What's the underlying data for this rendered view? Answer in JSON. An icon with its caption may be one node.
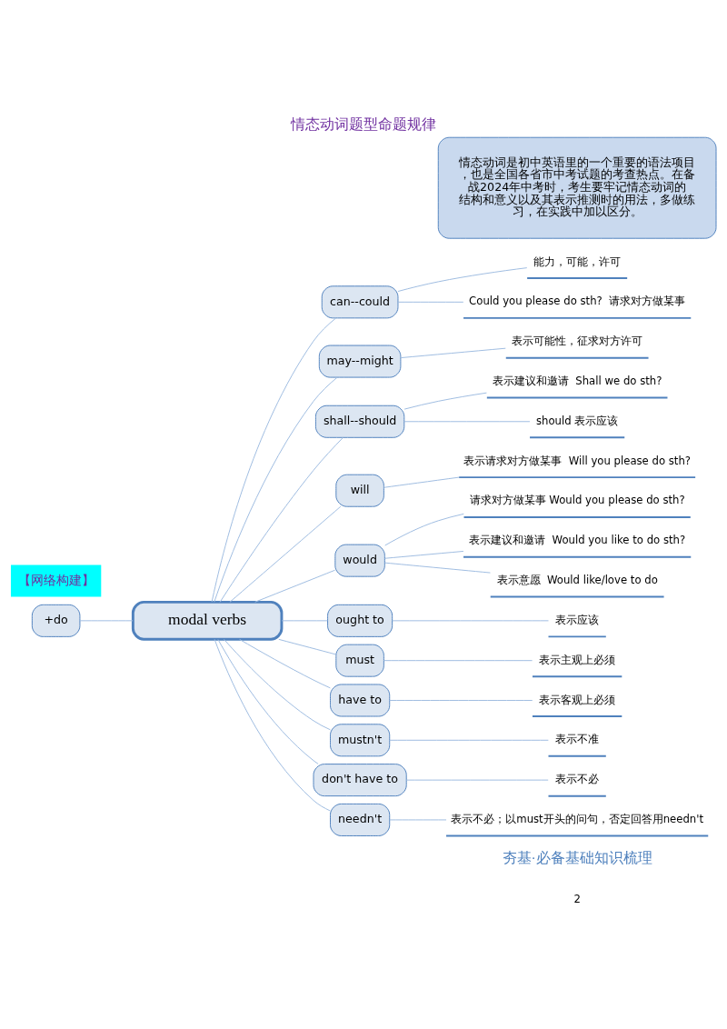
{
  "diagram": {
    "title": "情态动词题型命题规律",
    "nodes": [
      {
        "text": [
          "情态动词是初中英语里的一个重要的语法项目，也是全国各省市中考试题的考查热点。在备战2024年中考时，考生要牢记情态动词的结构和意义以及其表示推测时的用法，多做练习，在实践中加以区分。"
        ]
      },
      {
        "text": [
          "modal verbs"
        ]
      },
      {
        "text": [
          "+do"
        ]
      },
      {
        "text": [
          "can--could"
        ]
      },
      {
        "text": [
          "能力，可能，许可"
        ]
      },
      {
        "text": [
          "Could you please do sth?  请求对方做某事"
        ]
      },
      {
        "text": [
          "may--might"
        ]
      },
      {
        "text": [
          "表示可能性，征求对方许可"
        ]
      },
      {
        "text": [
          "shall--should"
        ]
      },
      {
        "text": [
          "表示建议和邀请  Shall we do sth?"
        ]
      },
      {
        "text": [
          "should 表示应该"
        ]
      },
      {
        "text": [
          "will"
        ]
      },
      {
        "text": [
          "表示请求对方做某事  Will you please do sth?"
        ]
      },
      {
        "text": [
          "would"
        ]
      },
      {
        "text": [
          "请求对方做某事 Would you please do sth?"
        ]
      },
      {
        "text": [
          "表示建议和邀请  Would you like to do sth?"
        ]
      },
      {
        "text": [
          "表示意愿  Would like/love to do"
        ]
      },
      {
        "text": [
          "ought to"
        ]
      },
      {
        "text": [
          "表示应该"
        ]
      },
      {
        "text": [
          "must"
        ]
      },
      {
        "text": [
          "表示主观上必须"
        ]
      },
      {
        "text": [
          "have to"
        ]
      },
      {
        "text": [
          "表示客观上必须"
        ]
      },
      {
        "text": [
          "mustn't"
        ]
      },
      {
        "text": [
          "表示不准"
        ]
      },
      {
        "text": [
          "don't have to"
        ]
      },
      {
        "text": [
          "表示不必"
        ]
      },
      {
        "text": [
          "needn't"
        ]
      },
      {
        "text": [
          "表示不必；以must开头的问句，否定回答用needn't"
        ]
      }
    ],
    "edges": [
      {
        "from": 2,
        "to": 1,
        "arrow": "none"
      },
      {
        "from": 1,
        "to": 3,
        "arrow": "none"
      },
      {
        "from": 3,
        "to": 4,
        "arrow": "none"
      },
      {
        "from": 3,
        "to": 5,
        "arrow": "none"
      },
      {
        "from": 1,
        "to": 6,
        "arrow": "none"
      },
      {
        "from": 6,
        "to": 7,
        "arrow": "none"
      },
      {
        "from": 1,
        "to": 8,
        "arrow": "none"
      },
      {
        "from": 8,
        "to": 9,
        "arrow": "none"
      },
      {
        "from": 8,
        "to": 10,
        "arrow": "none"
      },
      {
        "from": 1,
        "to": 11,
        "arrow": "none"
      },
      {
        "from": 11,
        "to": 12,
        "arrow": "none"
      },
      {
        "from": 1,
        "to": 13,
        "arrow": "none"
      },
      {
        "from": 13,
        "to": 14,
        "arrow": "none"
      },
      {
        "from": 13,
        "to": 15,
        "arrow": "none"
      },
      {
        "from": 13,
        "to": 16,
        "arrow": "none"
      },
      {
        "from": 1,
        "to": 17,
        "arrow": "none"
      },
      {
        "from": 17,
        "to": 18,
        "arrow": "none"
      },
      {
        "from": 1,
        "to": 19,
        "arrow": "none"
      },
      {
        "from": 19,
        "to": 20,
        "arrow": "none"
      },
      {
        "from": 1,
        "to": 21,
        "arrow": "none"
      },
      {
        "from": 21,
        "to": 22,
        "arrow": "none"
      },
      {
        "from": 1,
        "to": 23,
        "arrow": "none"
      },
      {
        "from": 23,
        "to": 24,
        "arrow": "none"
      },
      {
        "from": 1,
        "to": 25,
        "arrow": "none"
      },
      {
        "from": 25,
        "to": 26,
        "arrow": "none"
      },
      {
        "from": 1,
        "to": 27,
        "arrow": "none"
      },
      {
        "from": 27,
        "to": 28,
        "arrow": "none"
      }
    ],
    "labels": [
      "【网络构建】",
      "夯基·必备基础知识梳理",
      "2"
    ]
  }
}
